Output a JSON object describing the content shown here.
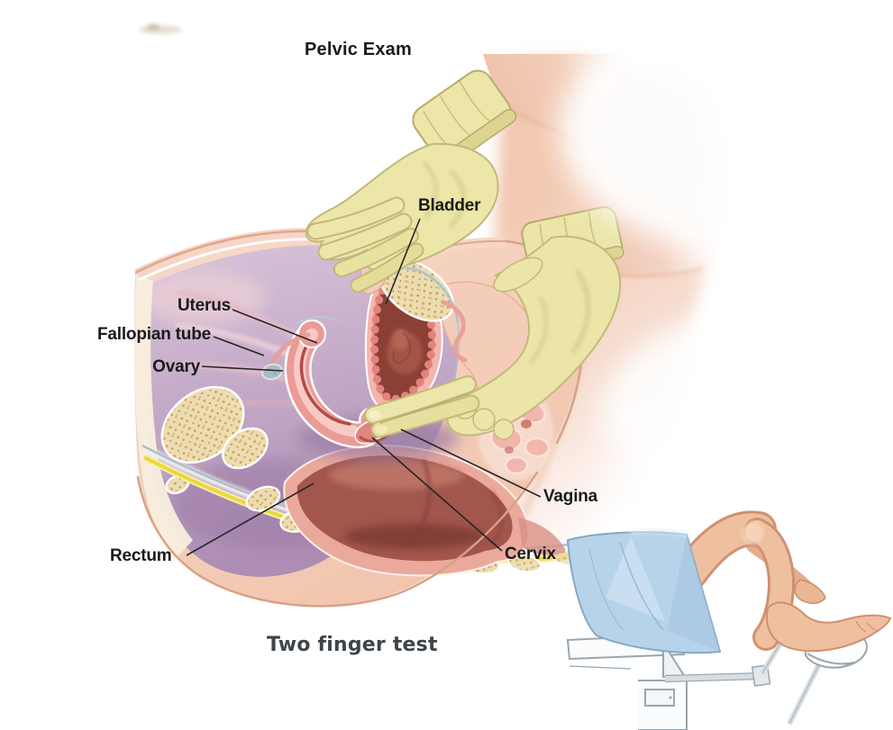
{
  "title": "Pelvic Exam",
  "caption": "Two finger test",
  "labels": {
    "bladder": "Bladder",
    "uterus": "Uterus",
    "fallopian_tube": "Fallopian tube",
    "ovary": "Ovary",
    "vagina": "Vagina",
    "cervix": "Cervix",
    "rectum": "Rectum"
  },
  "palette": {
    "glove": "#ebe5a7",
    "skin": "#f0c2aa",
    "pelvic_cavity": "#c2a3c6",
    "bone": "#ecdcb0",
    "bladder_interior": "#8b4036",
    "organ_pink": "#eb9b97",
    "rectum": "#a2564c",
    "nerve_yellow": "#ead83f",
    "drape_blue": "#b7d3ea",
    "label_text": "#1a1a1a",
    "caption_text": "#3e444b"
  }
}
